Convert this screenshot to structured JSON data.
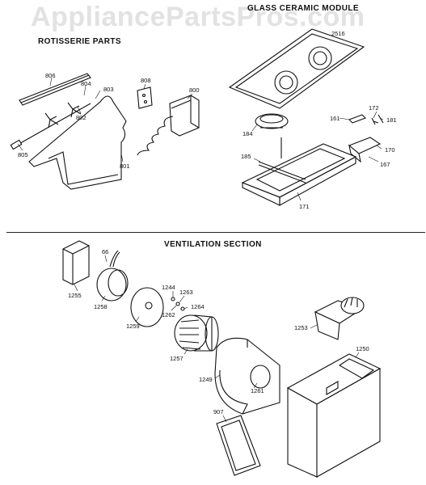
{
  "watermark": "AppliancePartsPros.com",
  "sections": {
    "rotisserie": "ROTISSERIE PARTS",
    "glass": "GLASS CERAMIC MODULE",
    "ventilation": "VENTILATION SECTION"
  },
  "labels": {
    "p806": "806",
    "p804": "804",
    "p803": "803",
    "p802": "802",
    "p805": "805",
    "p801": "801",
    "p808": "808",
    "p800": "800",
    "p2516": "2516",
    "p184": "184",
    "p161": "161",
    "p172": "172",
    "p181": "181",
    "p185": "185",
    "p170": "170",
    "p167": "167",
    "p171": "171",
    "p66": "66",
    "p1255": "1255",
    "p1258": "1258",
    "p1259": "1259",
    "p1244": "1244",
    "p1263": "1263",
    "p1262": "1262",
    "p1264": "1264",
    "p1257": "1257",
    "p1253": "1253",
    "p1250": "1250",
    "p1249": "1249",
    "p1261": "1261",
    "p907": "907"
  }
}
